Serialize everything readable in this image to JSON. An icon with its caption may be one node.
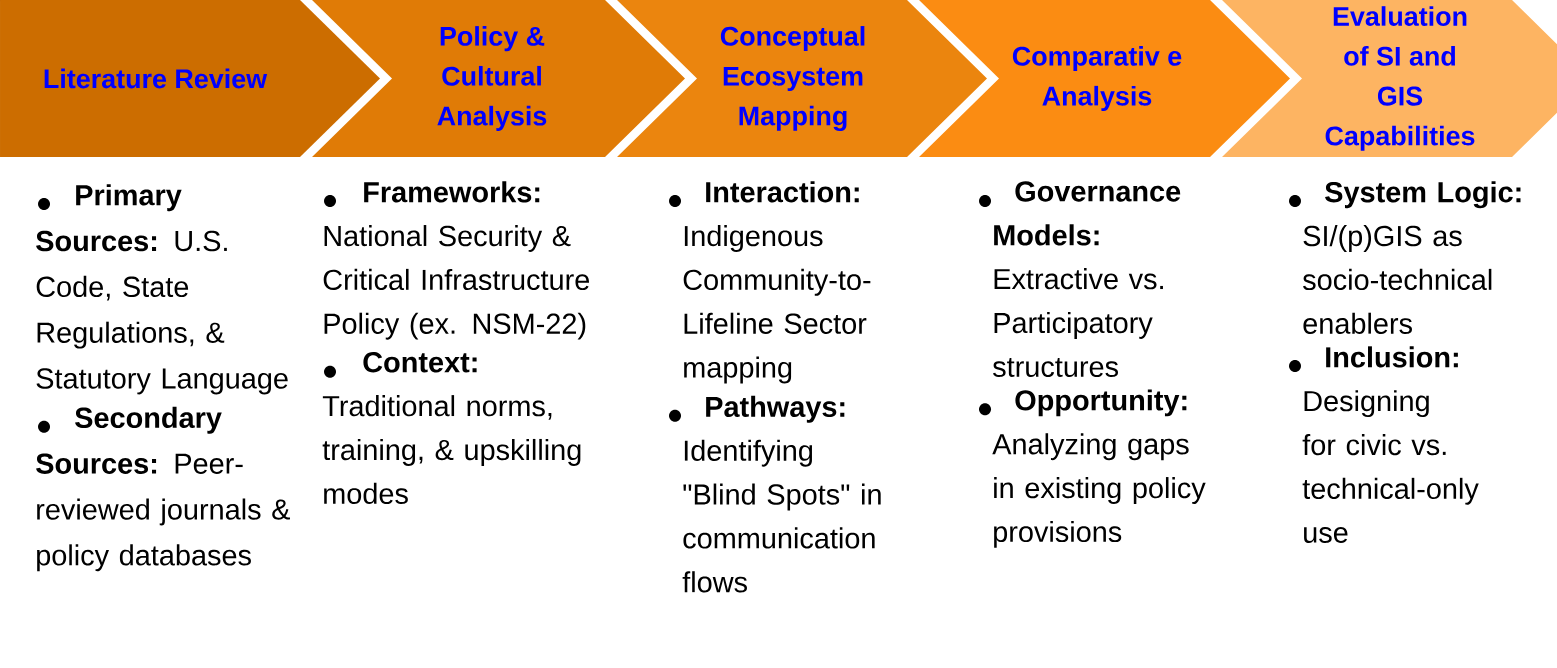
{
  "diagram": {
    "nodes": [
      {
        "text": [
          "Literature Review"
        ],
        "beside": [
          "**Primary Sources:** U.S. Code, State Regulations, & Statutory Language",
          "**Secondary Sources:** Peer-reviewed journals & policy databases"
        ]
      },
      {
        "text": [
          "Policy & Cultural Analysis"
        ],
        "beside": [
          "**Frameworks:** National Security & Critical Infrastructure Policy (ex. NSM-22)",
          "**Context:** Traditional norms, training, & upskilling modes"
        ]
      },
      {
        "text": [
          "Conceptual Ecosystem Mapping"
        ],
        "beside": [
          "**Interaction:** Indigenous Community-to-Lifeline Sector mapping",
          "**Pathways:** Identifying \"Blind Spots\" in communication flows"
        ]
      },
      {
        "text": [
          "Comparativ e Analysis"
        ],
        "beside": [
          "**Governance Models:** Extractive vs. Participatory structures",
          "**Opportunity:** Analyzing gaps in existing policy provisions"
        ]
      },
      {
        "text": [
          "Evaluation of SI and GIS Capabilities"
        ],
        "beside": [
          "**System Logic:** SI/(p)GIS as socio-technical enablers",
          "**Inclusion:** Designing for civic vs. technical-only use"
        ]
      }
    ]
  }
}
